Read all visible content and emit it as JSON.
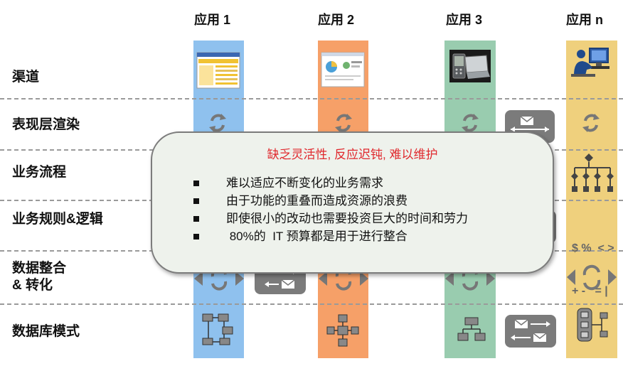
{
  "columns": [
    {
      "id": "app1",
      "label": "应用 1",
      "color": "#8fc1ee"
    },
    {
      "id": "app2",
      "label": "应用 2",
      "color": "#f6a068"
    },
    {
      "id": "app3",
      "label": "应用 3",
      "color": "#99ccaf"
    },
    {
      "id": "appn",
      "label": "应用 n",
      "color": "#efd07d"
    }
  ],
  "rows": [
    {
      "id": "channel",
      "label": "渠道"
    },
    {
      "id": "presentation",
      "label": "表现层渲染"
    },
    {
      "id": "process",
      "label": "业务流程"
    },
    {
      "id": "rules",
      "label": "业务规则&逻辑"
    },
    {
      "id": "integration",
      "label": "数据整合\n& 转化"
    },
    {
      "id": "database",
      "label": "数据库模式"
    }
  ],
  "callout": {
    "title": "缺乏灵活性, 反应迟钝, 难以维护",
    "bullets": [
      "难以适应不断变化的业务需求",
      "由于功能的重叠而造成资源的浪费",
      "即使很小的改动也需要投资巨大的时间和劳力",
      " 80%的  IT 预算都是用于进行整合"
    ]
  },
  "rules_symbols": {
    "line1": "$ %  < >",
    "line2": "+ -   = |"
  },
  "icons": {
    "channel": [
      "screenshot-app1-icon",
      "screenshot-app2-icon",
      "pda-laptop-icon",
      "user-at-computer-icon"
    ],
    "presentation": "refresh-cycle-icon",
    "process": "flowchart-icon",
    "integration": "exchange-arrows-icon",
    "messaging": "message-envelope-icon",
    "database": "schema-icon"
  },
  "colors": {
    "divider": "#9a9a9a",
    "callout_title": "#e0282d",
    "callout_bg": "#eef2ec",
    "grey_box": "#7b7b7b"
  }
}
